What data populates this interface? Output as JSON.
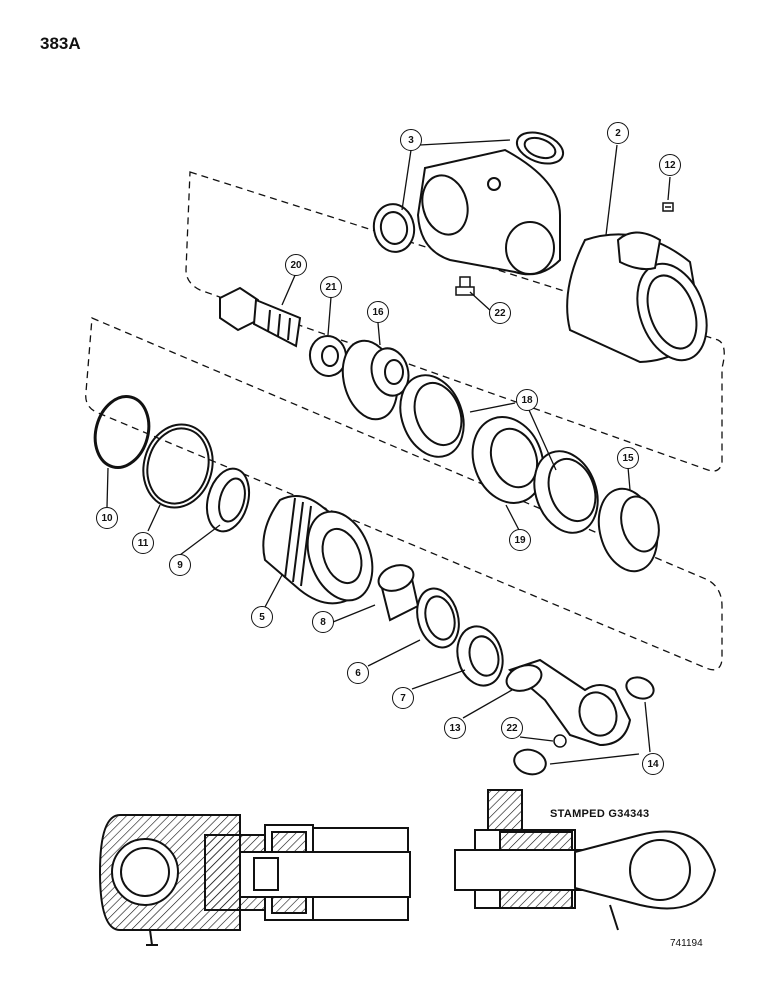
{
  "page_label": "383A",
  "figure_number": "741194",
  "stamp_note": "STAMPED G34343",
  "callouts": {
    "c2": "2",
    "c3": "3",
    "c5": "5",
    "c6": "6",
    "c7": "7",
    "c8": "8",
    "c9": "9",
    "c10": "10",
    "c11": "11",
    "c12": "12",
    "c13": "13",
    "c14": "14",
    "c15": "15",
    "c16": "16",
    "c18": "18",
    "c19": "19",
    "c20": "20",
    "c21": "21",
    "c22a": "22",
    "c22b": "22"
  }
}
